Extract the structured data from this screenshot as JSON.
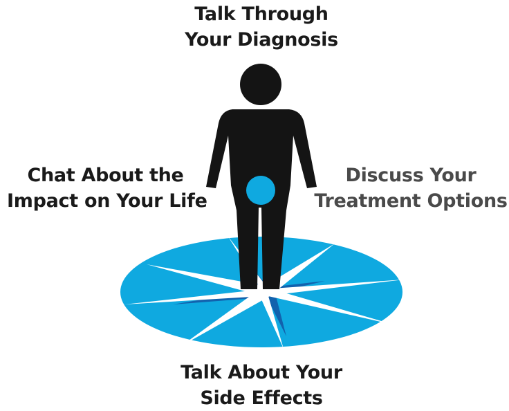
{
  "labels": {
    "top": {
      "line1": "Talk Through",
      "line2": "Your Diagnosis"
    },
    "left": {
      "line1": "Chat About the",
      "line2": "Impact on Your Life"
    },
    "right": {
      "line1": "Discuss Your",
      "line2": "Treatment Options"
    },
    "bottom": {
      "line1": "Talk About Your",
      "line2": "Side Effects"
    }
  },
  "colors": {
    "dark_text": "#1a1a1a",
    "muted_text": "#4a4a4a",
    "compass_blue": "#0fa9e0",
    "compass_dark_blue": "#1262ad",
    "figure_black": "#141414",
    "needle_white": "#ffffff"
  },
  "icons": {
    "figure": "person-figure-icon",
    "compass": "compass-rose-icon"
  }
}
